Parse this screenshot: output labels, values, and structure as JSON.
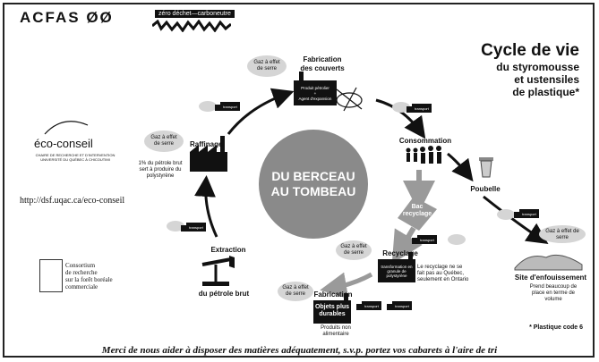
{
  "header": {
    "brand": "ACFAS ØØ",
    "tagline": "zéro déchet—carboneutre"
  },
  "title": {
    "main": "Cycle de vie",
    "line1": "du styromousse",
    "line2": "et ustensiles",
    "line3": "de plastique*"
  },
  "center": {
    "line1": "DU BERCEAU",
    "line2": "AU TOMBEAU"
  },
  "stages": {
    "extraction": {
      "label": "Extraction",
      "sub": "du pétrole brut"
    },
    "raffinage": {
      "label": "Raffinage",
      "note": "1% du pétrole brut sert à produire du polystyrène"
    },
    "fabrication_couverts": {
      "label1": "Fabrication",
      "label2": "des couverts",
      "box1": "Produit pétrolier",
      "box2": "+",
      "box3": "Agent d'expansion"
    },
    "consommation": {
      "label": "Consommation"
    },
    "poubelle": {
      "label": "Poubelle"
    },
    "enfouissement": {
      "label": "Site d'enfouissement",
      "note": "Prend beaucoup de place en terme de volume"
    },
    "bac": {
      "line1": "Bac",
      "line2": "recyclage"
    },
    "recyclage": {
      "label": "Recyclage",
      "box": "transformation en granule de polystyrène",
      "note": "Le recyclage ne se fait pas au Québec, seulement en Ontario"
    },
    "fabrication_objets": {
      "label": "Fabrication",
      "box": "Objets plus durables",
      "note": "Produits non alimentaire"
    }
  },
  "clouds": {
    "gaz": "Gaz à effet de serre"
  },
  "truck": "transport",
  "left": {
    "eco_brand": "éco-conseil",
    "eco_sub1": "CHAIRE DE RECHERCHE ET D'INTERVENTION",
    "eco_sub2": "UNIVERSITÉ DU QUÉBEC À CHICOUTIMI",
    "url": "http://dsf.uqac.ca/eco-conseil",
    "foret1": "Consortium",
    "foret2": "de recherche",
    "foret3": "sur la forêt boréale",
    "foret4": "commerciale"
  },
  "plastique_code": "* Plastique code 6",
  "footer": "Merci de nous aider à disposer des matières adéquatement, s.v.p. portez vos cabarets à l'aire de tri",
  "colors": {
    "frame": "#222222",
    "circle": "#8a8a8a",
    "arrow_black": "#111111",
    "arrow_gray": "#9a9a9a"
  }
}
